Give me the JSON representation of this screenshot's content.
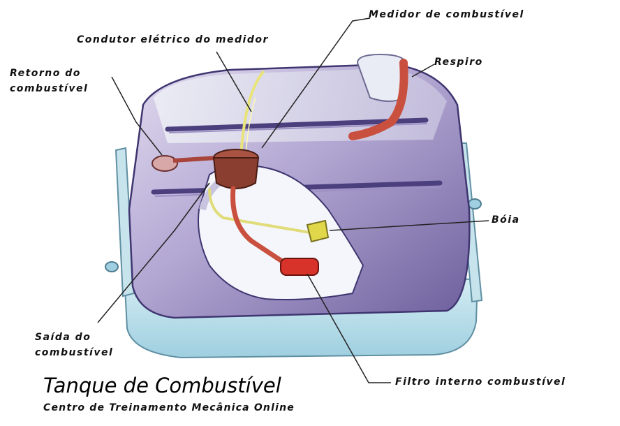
{
  "diagram": {
    "labels": {
      "medidor": "Medidor de combustível",
      "condutor": "Condutor elétrico do medidor",
      "retorno_1": "Retorno do",
      "retorno_2": "combustível",
      "respiro": "Respiro",
      "boia": "Bóia",
      "saida_1": "Saída do",
      "saida_2": "combustível",
      "filtro": "Filtro interno combustível"
    },
    "caption": {
      "title": "Tanque de Combustível",
      "subtitle": "Centro de Treinamento Mecânica Online"
    }
  },
  "colors": {
    "tank_body": "#b9aed6",
    "tank_dark": "#6e5f9a",
    "tank_base": "#b7dde8",
    "gauge": "#8a3e30",
    "pipe": "#c9503e",
    "wire": "#e9e98a",
    "float": "#e0d84a"
  }
}
